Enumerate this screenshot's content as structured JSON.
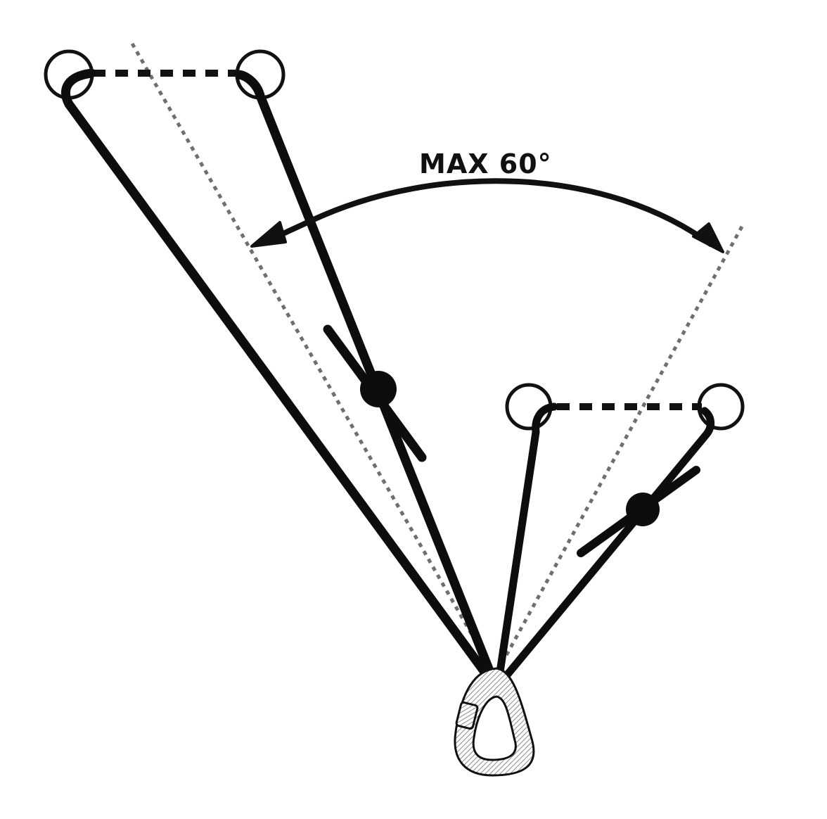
{
  "diagram": {
    "angle_label": "MAX 60°",
    "colors": {
      "ink": "#111111",
      "rope": "#0d0d0d",
      "axis": "#7a7a7a",
      "carabiner": "#9a9a9a",
      "background": "#ffffff"
    },
    "icons": {
      "anchor": "circle-outline",
      "knot": "filled-circle",
      "carabiner": "pear-shaped-carabiner"
    }
  }
}
